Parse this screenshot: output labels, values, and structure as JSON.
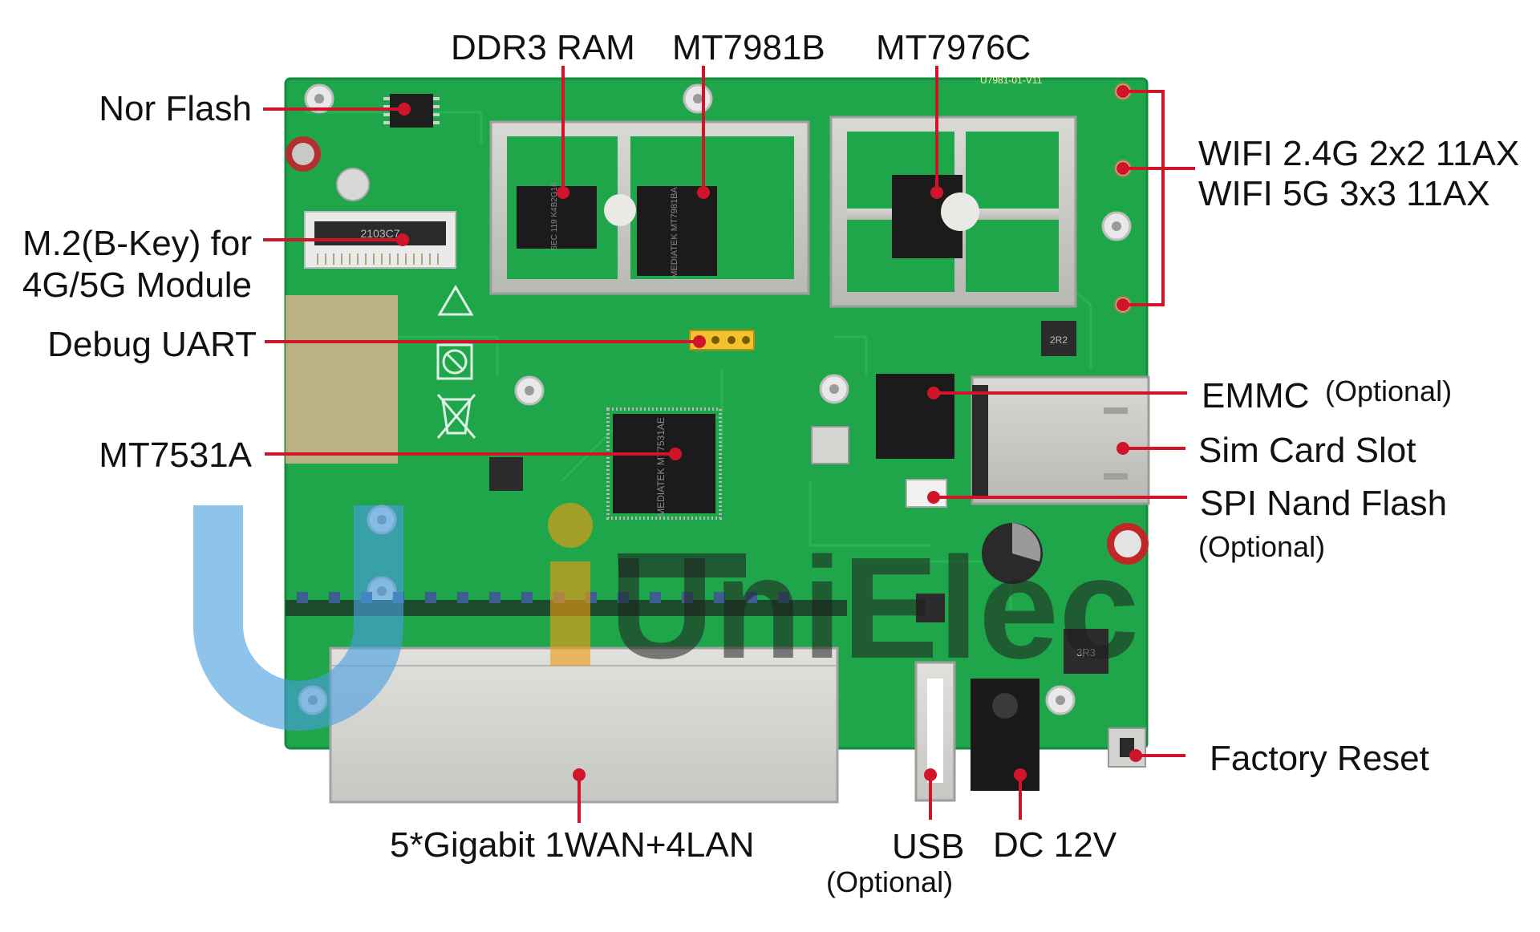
{
  "labels": {
    "ddr3_ram": "DDR3 RAM",
    "mt7981b": "MT7981B",
    "mt7976c": "MT7976C",
    "nor_flash": "Nor Flash",
    "m2_line1": "M.2(B-Key) for",
    "m2_line2": "4G/5G Module",
    "debug_uart": "Debug UART",
    "mt7531a": "MT7531A",
    "wifi_24": "WIFI 2.4G 2x2 11AX",
    "wifi_5": "WIFI 5G 3x3 11AX",
    "emmc": "EMMC",
    "emmc_note": "(Optional)",
    "sim_slot": "Sim Card Slot",
    "spi_nand": "SPI Nand Flash",
    "spi_note": "(Optional)",
    "factory_reset": "Factory Reset",
    "ethernet": "5*Gigabit 1WAN+4LAN",
    "usb": "USB",
    "usb_note": "(Optional)",
    "dc": "DC 12V"
  },
  "board_markings": {
    "ram_chip": "SEC 119 K4B2G16",
    "soc_chip": "MEDIATEK MT7981BA",
    "switch_chip": "MEDIATEK MT7531AE",
    "m2_marking": "2103C7",
    "inductor_1": "2R2",
    "inductor_2": "3R3",
    "board_id": "U7981-01-V11"
  },
  "watermark": "UniElec",
  "colors": {
    "callout": "#d0152a",
    "pcb": "#1fa64a",
    "shield": "#c9c9c4",
    "watermark_blue": "#4a9ee0",
    "watermark_orange": "#f39c12"
  }
}
